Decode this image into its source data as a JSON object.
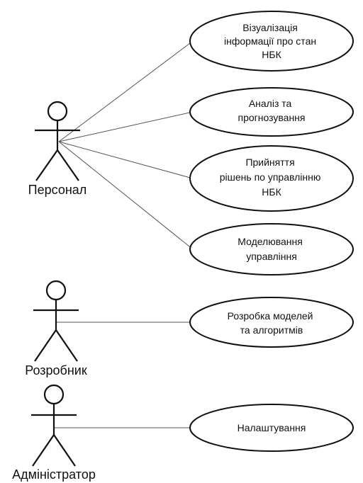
{
  "actors": [
    {
      "id": "personnel",
      "label": "Персонал"
    },
    {
      "id": "developer",
      "label": "Розробник"
    },
    {
      "id": "admin",
      "label": "Адміністратор"
    }
  ],
  "use_cases": [
    {
      "id": "visualization",
      "lines": [
        "Візуалізація",
        "інформації про стан",
        "НБК"
      ]
    },
    {
      "id": "analysis",
      "lines": [
        "Аналіз та",
        "прогнозування"
      ]
    },
    {
      "id": "decision",
      "lines": [
        "Прийняття",
        "рішень по управлінню",
        "НБК"
      ]
    },
    {
      "id": "modeling",
      "lines": [
        "Моделювання",
        "управління"
      ]
    },
    {
      "id": "models-dev",
      "lines": [
        "Розробка моделей",
        "та алгоритмів"
      ]
    },
    {
      "id": "settings",
      "lines": [
        "Налаштування"
      ]
    }
  ],
  "associations": [
    {
      "actor": "personnel",
      "use_case": "visualization"
    },
    {
      "actor": "personnel",
      "use_case": "analysis"
    },
    {
      "actor": "personnel",
      "use_case": "decision"
    },
    {
      "actor": "personnel",
      "use_case": "modeling"
    },
    {
      "actor": "developer",
      "use_case": "models-dev"
    },
    {
      "actor": "admin",
      "use_case": "settings"
    }
  ],
  "colors": {
    "stroke": "#111111",
    "line": "#555555",
    "background": "#ffffff"
  }
}
